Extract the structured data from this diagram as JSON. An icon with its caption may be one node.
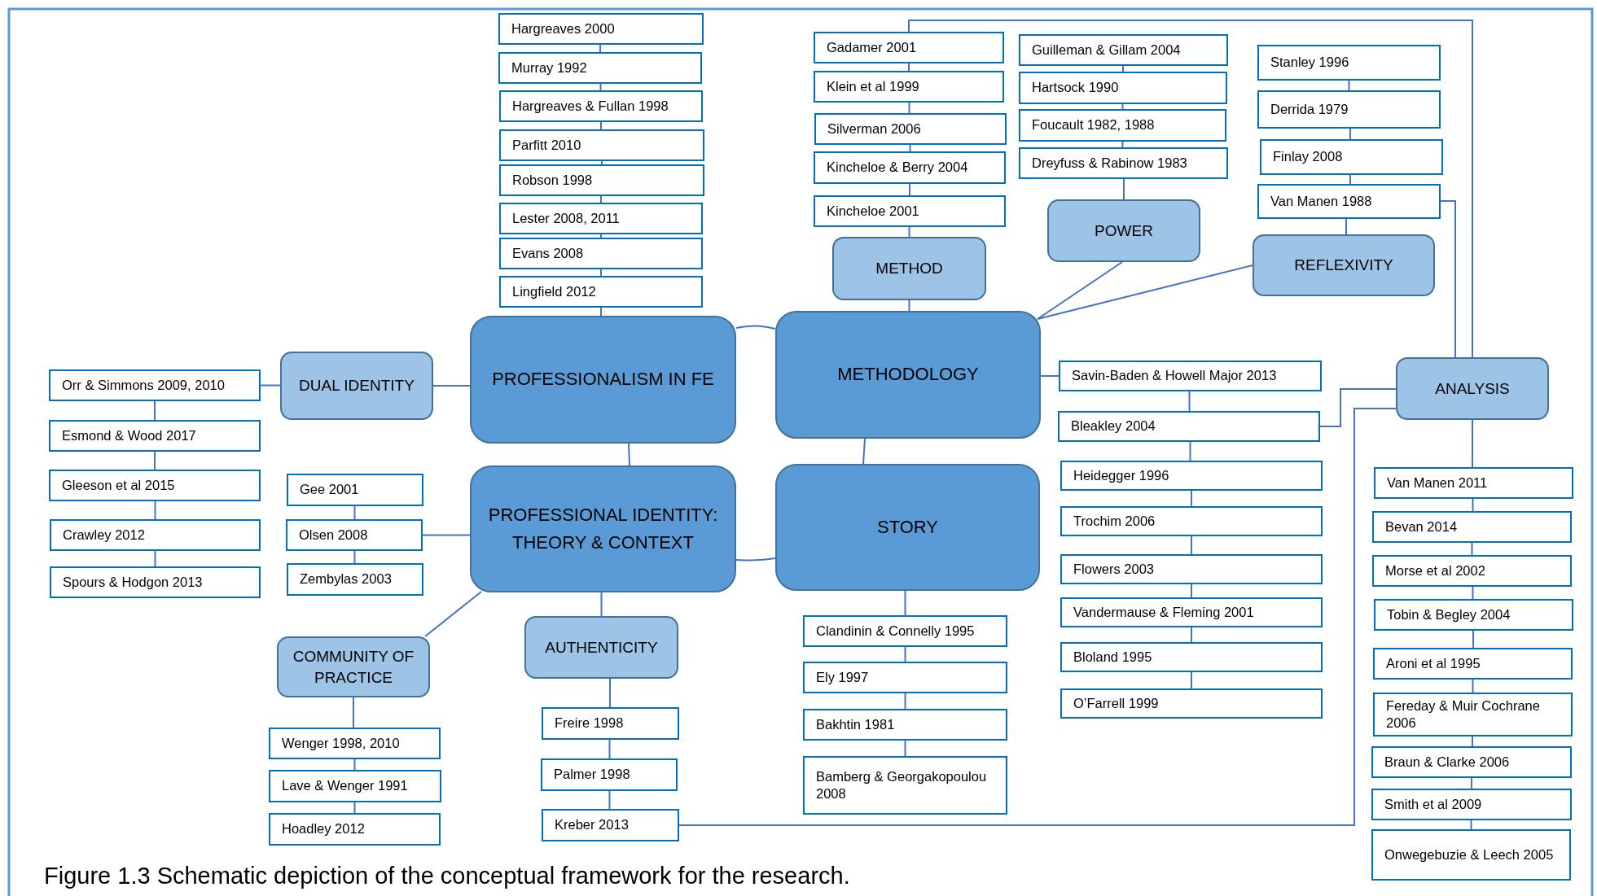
{
  "diagram": {
    "caption": "Figure 1.3 Schematic depiction of the conceptual framework for the research.",
    "nodes": [
      {
        "text": [
          "PROFESSIONALISM IN FE"
        ]
      },
      {
        "text": [
          "METHODOLOGY"
        ]
      },
      {
        "text": [
          "PROFESSIONAL IDENTITY: THEORY & CONTEXT"
        ]
      },
      {
        "text": [
          "STORY"
        ]
      },
      {
        "text": [
          "DUAL IDENTITY"
        ]
      },
      {
        "text": [
          "METHOD"
        ]
      },
      {
        "text": [
          "POWER"
        ]
      },
      {
        "text": [
          "REFLEXIVITY"
        ]
      },
      {
        "text": [
          "ANALYSIS"
        ]
      },
      {
        "text": [
          "COMMUNITY OF PRACTICE"
        ]
      },
      {
        "text": [
          "AUTHENTICITY"
        ]
      },
      {
        "text": [
          "Hargreaves 2000"
        ]
      },
      {
        "text": [
          "Murray 1992"
        ]
      },
      {
        "text": [
          "Hargreaves & Fullan 1998"
        ]
      },
      {
        "text": [
          "Parfitt 2010"
        ]
      },
      {
        "text": [
          "Robson 1998"
        ]
      },
      {
        "text": [
          "Lester 2008, 2011"
        ]
      },
      {
        "text": [
          "Evans 2008"
        ]
      },
      {
        "text": [
          "Lingfield 2012"
        ]
      },
      {
        "text": [
          "Orr & Simmons 2009, 2010"
        ]
      },
      {
        "text": [
          "Esmond & Wood 2017"
        ]
      },
      {
        "text": [
          "Gleeson et al 2015"
        ]
      },
      {
        "text": [
          "Crawley 2012"
        ]
      },
      {
        "text": [
          "Spours & Hodgon 2013"
        ]
      },
      {
        "text": [
          "Gee 2001"
        ]
      },
      {
        "text": [
          "Olsen 2008"
        ]
      },
      {
        "text": [
          "Zembylas 2003"
        ]
      },
      {
        "text": [
          "Wenger 1998, 2010"
        ]
      },
      {
        "text": [
          "Lave & Wenger 1991"
        ]
      },
      {
        "text": [
          "Hoadley 2012"
        ]
      },
      {
        "text": [
          "Freire 1998"
        ]
      },
      {
        "text": [
          "Palmer 1998"
        ]
      },
      {
        "text": [
          "Kreber 2013"
        ]
      },
      {
        "text": [
          "Gadamer 2001"
        ]
      },
      {
        "text": [
          "Klein et al 1999"
        ]
      },
      {
        "text": [
          "Silverman 2006"
        ]
      },
      {
        "text": [
          "Kincheloe & Berry 2004"
        ]
      },
      {
        "text": [
          "Kincheloe 2001"
        ]
      },
      {
        "text": [
          "Guilleman & Gillam 2004"
        ]
      },
      {
        "text": [
          "Hartsock 1990"
        ]
      },
      {
        "text": [
          "Foucault 1982, 1988"
        ]
      },
      {
        "text": [
          "Dreyfuss & Rabinow 1983"
        ]
      },
      {
        "text": [
          "Stanley 1996"
        ]
      },
      {
        "text": [
          "Derrida  1979"
        ]
      },
      {
        "text": [
          "Finlay 2008"
        ]
      },
      {
        "text": [
          "Van Manen 1988"
        ]
      },
      {
        "text": [
          "Savin-Baden & Howell Major 2013"
        ]
      },
      {
        "text": [
          "Bleakley 2004"
        ]
      },
      {
        "text": [
          "Heidegger 1996"
        ]
      },
      {
        "text": [
          "Trochim 2006"
        ]
      },
      {
        "text": [
          "Flowers 2003"
        ]
      },
      {
        "text": [
          "Vandermause & Fleming 2001"
        ]
      },
      {
        "text": [
          "Bloland 1995"
        ]
      },
      {
        "text": [
          "O’Farrell 1999"
        ]
      },
      {
        "text": [
          "Clandinin & Connelly 1995"
        ]
      },
      {
        "text": [
          "Ely 1997"
        ]
      },
      {
        "text": [
          "Bakhtin 1981"
        ]
      },
      {
        "text": [
          "Bamberg & Georgakopoulou 2008"
        ]
      },
      {
        "text": [
          "Van Manen 2011"
        ]
      },
      {
        "text": [
          "Bevan 2014"
        ]
      },
      {
        "text": [
          "Morse et al 2002"
        ]
      },
      {
        "text": [
          "Tobin & Begley 2004"
        ]
      },
      {
        "text": [
          "Aroni et al 1995"
        ]
      },
      {
        "text": [
          "Fereday & Muir Cochrane 2006"
        ]
      },
      {
        "text": [
          "Braun & Clarke 2006"
        ]
      },
      {
        "text": [
          "Smith et al 2009"
        ]
      },
      {
        "text": [
          "Onwegebuzie & Leech 2005"
        ]
      }
    ],
    "edges": [
      {
        "from": 0,
        "to": 1,
        "arrow": "none"
      },
      {
        "from": 0,
        "to": 2,
        "arrow": "none"
      },
      {
        "from": 1,
        "to": 3,
        "arrow": "none"
      },
      {
        "from": 2,
        "to": 3,
        "arrow": "none"
      },
      {
        "from": 4,
        "to": 0,
        "arrow": "none"
      },
      {
        "from": 11,
        "to": 12,
        "arrow": "none"
      },
      {
        "from": 12,
        "to": 13,
        "arrow": "none"
      },
      {
        "from": 13,
        "to": 14,
        "arrow": "none"
      },
      {
        "from": 14,
        "to": 15,
        "arrow": "none"
      },
      {
        "from": 15,
        "to": 16,
        "arrow": "none"
      },
      {
        "from": 16,
        "to": 17,
        "arrow": "none"
      },
      {
        "from": 17,
        "to": 18,
        "arrow": "none"
      },
      {
        "from": 18,
        "to": 0,
        "arrow": "none"
      },
      {
        "from": 19,
        "to": 4,
        "arrow": "none"
      },
      {
        "from": 19,
        "to": 20,
        "arrow": "none"
      },
      {
        "from": 20,
        "to": 21,
        "arrow": "none"
      },
      {
        "from": 21,
        "to": 22,
        "arrow": "none"
      },
      {
        "from": 22,
        "to": 23,
        "arrow": "none"
      },
      {
        "from": 24,
        "to": 25,
        "arrow": "none"
      },
      {
        "from": 25,
        "to": 26,
        "arrow": "none"
      },
      {
        "from": 25,
        "to": 2,
        "arrow": "none"
      },
      {
        "from": 9,
        "to": 2,
        "arrow": "none"
      },
      {
        "from": 9,
        "to": 27,
        "arrow": "none"
      },
      {
        "from": 27,
        "to": 28,
        "arrow": "none"
      },
      {
        "from": 28,
        "to": 29,
        "arrow": "none"
      },
      {
        "from": 2,
        "to": 10,
        "arrow": "none"
      },
      {
        "from": 10,
        "to": 30,
        "arrow": "none"
      },
      {
        "from": 30,
        "to": 31,
        "arrow": "none"
      },
      {
        "from": 31,
        "to": 32,
        "arrow": "none"
      },
      {
        "from": 32,
        "to": 8,
        "arrow": "none"
      },
      {
        "from": 33,
        "to": 34,
        "arrow": "none"
      },
      {
        "from": 34,
        "to": 35,
        "arrow": "none"
      },
      {
        "from": 35,
        "to": 36,
        "arrow": "none"
      },
      {
        "from": 36,
        "to": 37,
        "arrow": "none"
      },
      {
        "from": 37,
        "to": 5,
        "arrow": "none"
      },
      {
        "from": 5,
        "to": 1,
        "arrow": "none"
      },
      {
        "from": 33,
        "to": 8,
        "arrow": "none"
      },
      {
        "from": 38,
        "to": 39,
        "arrow": "none"
      },
      {
        "from": 39,
        "to": 40,
        "arrow": "none"
      },
      {
        "from": 40,
        "to": 41,
        "arrow": "none"
      },
      {
        "from": 41,
        "to": 6,
        "arrow": "none"
      },
      {
        "from": 6,
        "to": 1,
        "arrow": "none"
      },
      {
        "from": 42,
        "to": 43,
        "arrow": "none"
      },
      {
        "from": 43,
        "to": 44,
        "arrow": "none"
      },
      {
        "from": 44,
        "to": 45,
        "arrow": "none"
      },
      {
        "from": 45,
        "to": 7,
        "arrow": "none"
      },
      {
        "from": 7,
        "to": 1,
        "arrow": "none"
      },
      {
        "from": 45,
        "to": 8,
        "arrow": "none"
      },
      {
        "from": 1,
        "to": 46,
        "arrow": "none"
      },
      {
        "from": 46,
        "to": 47,
        "arrow": "none"
      },
      {
        "from": 47,
        "to": 48,
        "arrow": "none"
      },
      {
        "from": 48,
        "to": 49,
        "arrow": "none"
      },
      {
        "from": 49,
        "to": 50,
        "arrow": "none"
      },
      {
        "from": 50,
        "to": 51,
        "arrow": "none"
      },
      {
        "from": 51,
        "to": 52,
        "arrow": "none"
      },
      {
        "from": 52,
        "to": 53,
        "arrow": "none"
      },
      {
        "from": 47,
        "to": 8,
        "arrow": "none"
      },
      {
        "from": 3,
        "to": 54,
        "arrow": "none"
      },
      {
        "from": 54,
        "to": 55,
        "arrow": "none"
      },
      {
        "from": 55,
        "to": 56,
        "arrow": "none"
      },
      {
        "from": 56,
        "to": 57,
        "arrow": "none"
      },
      {
        "from": 8,
        "to": 58,
        "arrow": "none"
      },
      {
        "from": 58,
        "to": 59,
        "arrow": "none"
      },
      {
        "from": 59,
        "to": 60,
        "arrow": "none"
      },
      {
        "from": 60,
        "to": 61,
        "arrow": "none"
      },
      {
        "from": 61,
        "to": 62,
        "arrow": "none"
      },
      {
        "from": 62,
        "to": 63,
        "arrow": "none"
      },
      {
        "from": 63,
        "to": 64,
        "arrow": "none"
      },
      {
        "from": 64,
        "to": 65,
        "arrow": "none"
      },
      {
        "from": 65,
        "to": 66,
        "arrow": "none"
      }
    ]
  }
}
